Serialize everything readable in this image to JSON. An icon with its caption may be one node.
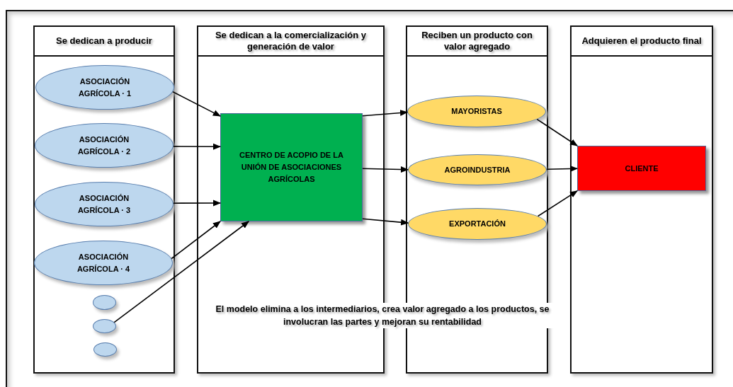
{
  "diagram": {
    "nodes": [
      {
        "text": [
          "Se dedican a producir"
        ]
      },
      {
        "text": [
          "Se dedican a la comercialización y generación de valor"
        ]
      },
      {
        "text": [
          "Reciben un producto con valor agregado"
        ]
      },
      {
        "text": [
          "Adquieren el producto final"
        ]
      },
      {
        "text": [
          "ASOCIACIÓN AGRÍCOLA · 1"
        ],
        "in": 0
      },
      {
        "text": [
          "ASOCIACIÓN AGRÍCOLA · 2"
        ],
        "in": 0
      },
      {
        "text": [
          "ASOCIACIÓN AGRÍCOLA · 3"
        ],
        "in": 0
      },
      {
        "text": [
          "ASOCIACIÓN AGRÍCOLA · 4"
        ],
        "in": 0
      },
      {
        "text": [],
        "shape": "ellipse",
        "in": 0
      },
      {
        "text": [],
        "shape": "ellipse",
        "in": 0
      },
      {
        "text": [],
        "shape": "ellipse",
        "in": 0
      },
      {
        "text": [
          "CENTRO DE ACOPIO DE LA UNIÓN DE ASOCIACIONES AGRÍCOLAS"
        ],
        "in": 1
      },
      {
        "text": [
          "MAYORISTAS"
        ],
        "in": 2
      },
      {
        "text": [
          "AGROINDUSTRIA"
        ],
        "in": 2
      },
      {
        "text": [
          "EXPORTACIÓN"
        ],
        "in": 2
      },
      {
        "text": [
          "CLIENTE"
        ],
        "in": 3
      }
    ],
    "edges": [
      {
        "from": 4,
        "to": 11,
        "arrow": "to"
      },
      {
        "from": 5,
        "to": 11,
        "arrow": "to"
      },
      {
        "from": 6,
        "to": 11,
        "arrow": "to"
      },
      {
        "from": 7,
        "to": 11,
        "arrow": "to"
      },
      {
        "from": 9,
        "to": 11,
        "arrow": "to"
      },
      {
        "from": 11,
        "to": 12,
        "arrow": "to"
      },
      {
        "from": 11,
        "to": 13,
        "arrow": "to"
      },
      {
        "from": 11,
        "to": 14,
        "arrow": "to"
      },
      {
        "from": 12,
        "to": 15,
        "arrow": "to"
      },
      {
        "from": 13,
        "to": 15,
        "arrow": "to"
      },
      {
        "from": 14,
        "to": 15,
        "arrow": "to"
      }
    ],
    "labels": [
      "El modelo elimina a los intermediarios, crea valor agregado a los productos, se involucran las partes y mejoran su rentabilidad"
    ]
  }
}
